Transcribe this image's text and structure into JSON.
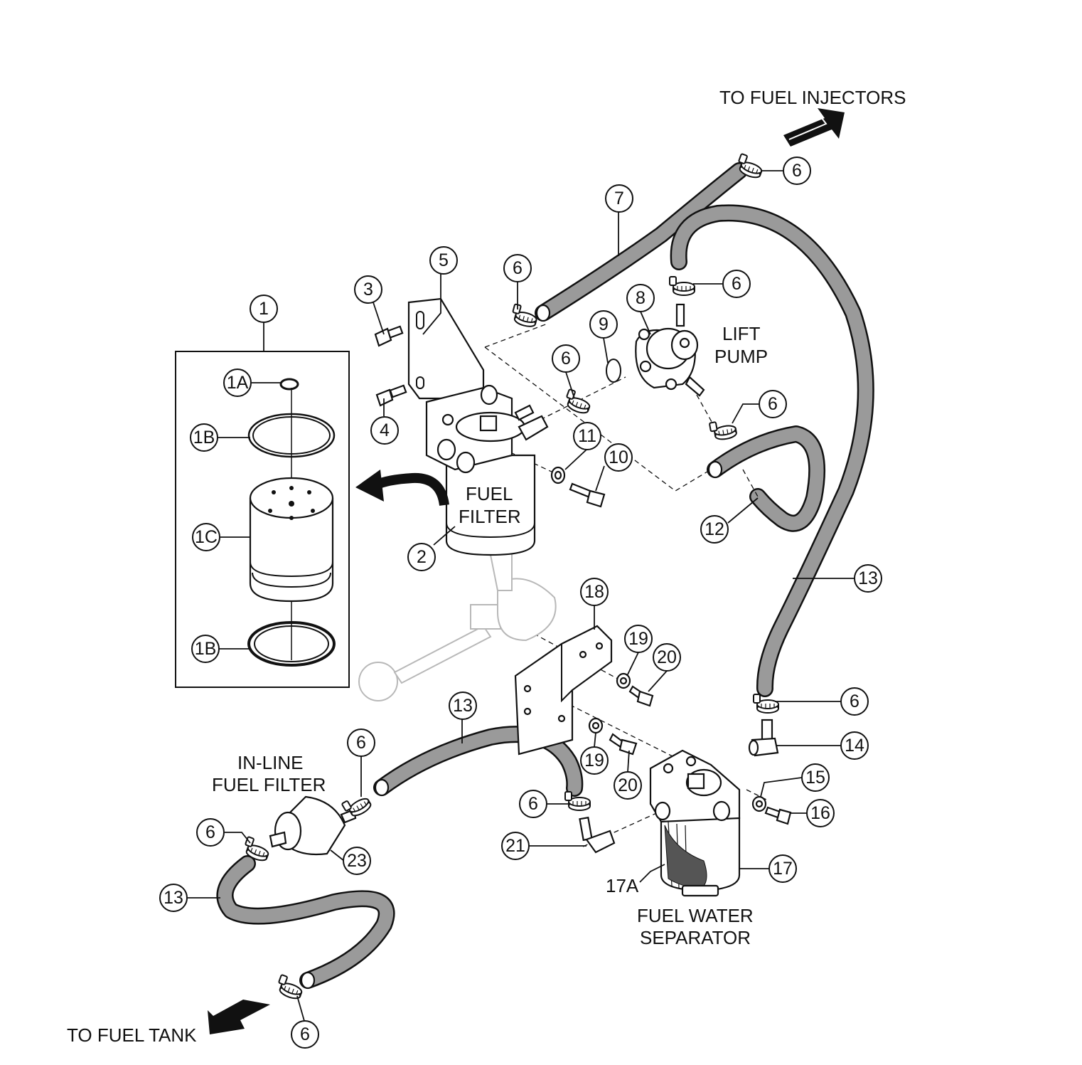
{
  "colors": {
    "line": "#111111",
    "hose_fill": "#9a9a9a",
    "ghost": "#b8b8b8",
    "background": "#ffffff"
  },
  "labels": {
    "to_fuel_injectors": "TO FUEL INJECTORS",
    "to_fuel_tank": "TO FUEL TANK",
    "lift_pump_1": "LIFT",
    "lift_pump_2": "PUMP",
    "fuel_filter_1": "FUEL",
    "fuel_filter_2": "FILTER",
    "inline_filter_1": "IN-LINE",
    "inline_filter_2": "FUEL FILTER",
    "separator_1": "FUEL WATER",
    "separator_2": "SEPARATOR",
    "part_17a": "17A"
  },
  "callouts": {
    "c1": "1",
    "c1a": "1A",
    "c1b_top": "1B",
    "c1c": "1C",
    "c1b_bottom": "1B",
    "c2": "2",
    "c3": "3",
    "c4": "4",
    "c5": "5",
    "c6_top_right": "6",
    "c6_mid": "6",
    "c6_pump_top": "6",
    "c6_filter": "6",
    "c6_pump_bottom": "6",
    "c6_right_lower": "6",
    "c6_inline": "6",
    "c6_elbow": "6",
    "c6_inline_left": "6",
    "c6_tank": "6",
    "c7": "7",
    "c8": "8",
    "c9": "9",
    "c10": "10",
    "c11": "11",
    "c12": "12",
    "c13_right": "13",
    "c13_mid": "13",
    "c13_left": "13",
    "c14": "14",
    "c15": "15",
    "c16": "16",
    "c17": "17",
    "c18": "18",
    "c19_upper": "19",
    "c19_lower": "19",
    "c20_upper": "20",
    "c20_lower": "20",
    "c21": "21",
    "c23": "23"
  },
  "icons": {
    "arrow_injectors": "arrow-up-right-icon",
    "arrow_tank": "arrow-down-left-icon",
    "arrow_filter_element": "curved-arrow-left-icon"
  }
}
